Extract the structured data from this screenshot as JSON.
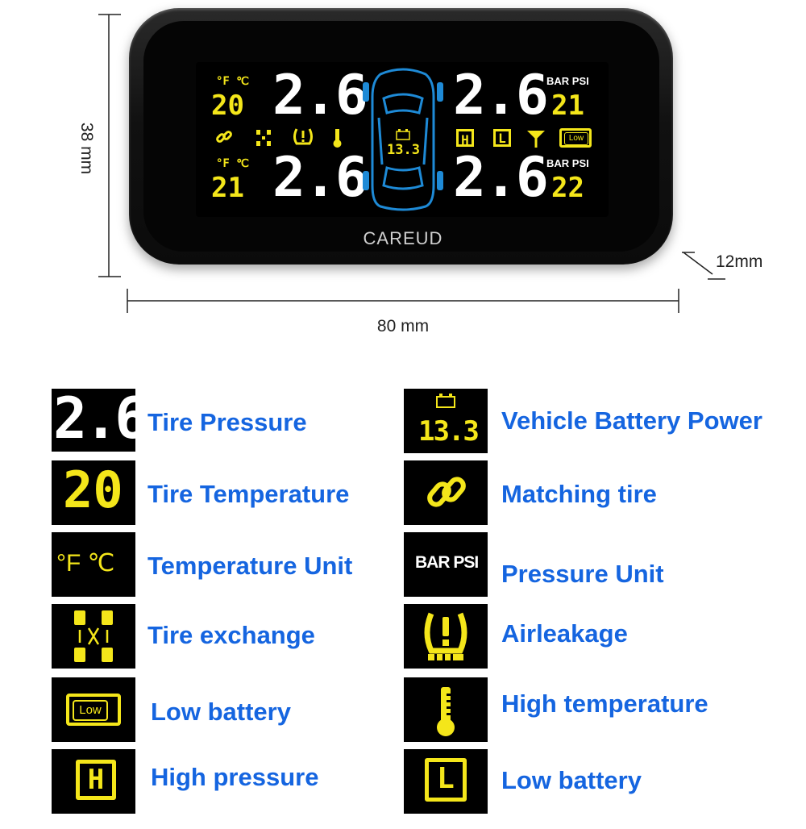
{
  "device": {
    "brand": "CAREUD",
    "fl": {
      "unit": "°F ℃",
      "temp": "20",
      "pressure": "2.6"
    },
    "rl": {
      "unit": "°F ℃",
      "temp": "21",
      "pressure": "2.6"
    },
    "fr": {
      "unit": "BAR PSI",
      "temp": "21",
      "pressure": "2.6"
    },
    "rr": {
      "unit": "BAR PSI",
      "temp": "22",
      "pressure": "2.6"
    },
    "battery_voltage": "13.3",
    "low_badge": "Low",
    "h_badge": "H",
    "l_badge": "L"
  },
  "dimensions": {
    "height": "38 mm",
    "width": "80 mm",
    "depth": "12mm"
  },
  "legend": {
    "left": [
      {
        "tile": "2.6",
        "label": "Tire Pressure"
      },
      {
        "tile": "20",
        "label": "Tire Temperature"
      },
      {
        "tile": "°F ℃",
        "label": "Temperature Unit"
      },
      {
        "tile": "",
        "label": "Tire exchange"
      },
      {
        "tile": "Low",
        "label": "Low battery"
      },
      {
        "tile": "H",
        "label": "High pressure"
      }
    ],
    "right": [
      {
        "tile": "13.3",
        "label": "Vehicle Battery Power"
      },
      {
        "tile": "",
        "label": "Matching tire"
      },
      {
        "tile": "BAR PSI",
        "label": "Pressure Unit"
      },
      {
        "tile": "",
        "label": "Airleakage"
      },
      {
        "tile": "",
        "label": "High temperature"
      },
      {
        "tile": "L",
        "label": "Low battery"
      }
    ]
  },
  "colors": {
    "label_blue": "#1565e0",
    "lcd_yellow": "#f4e61a",
    "car_blue": "#1e8ad6"
  }
}
